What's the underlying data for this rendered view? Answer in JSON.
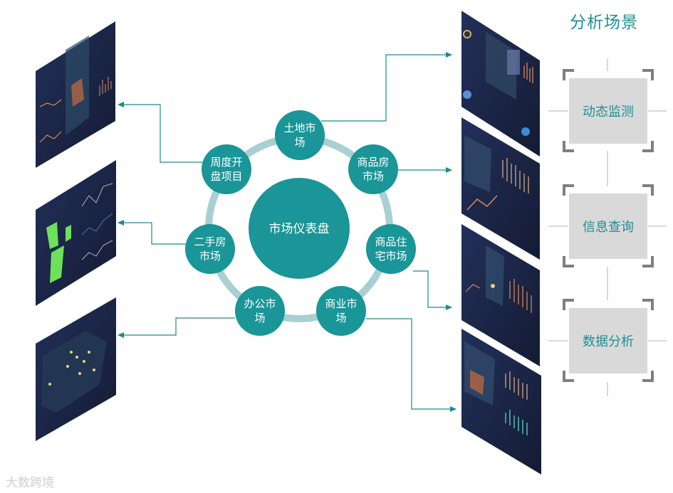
{
  "center": {
    "label": "市场仪表盘"
  },
  "nodes": [
    {
      "id": "land",
      "lines": [
        "土地市",
        "场"
      ]
    },
    {
      "id": "commercial-housing",
      "lines": [
        "商品房",
        "市场"
      ]
    },
    {
      "id": "residential",
      "lines": [
        "商品住",
        "宅市场"
      ]
    },
    {
      "id": "business",
      "lines": [
        "商业市",
        "场"
      ]
    },
    {
      "id": "office",
      "lines": [
        "办公市",
        "场"
      ]
    },
    {
      "id": "second-hand",
      "lines": [
        "二手房",
        "市场"
      ]
    },
    {
      "id": "weekly-opening",
      "lines": [
        "周度开",
        "盘项目"
      ]
    }
  ],
  "scenarios": {
    "title": "分析场景",
    "items": [
      {
        "label": "动态监测"
      },
      {
        "label": "信息查询"
      },
      {
        "label": "数据分析"
      }
    ]
  },
  "watermark": "大数跨境",
  "colors": {
    "teal": "#1a9598",
    "ring": "#a9cfd3",
    "arrow": "#1b8b8f",
    "box": "#d9d9d9",
    "bracket": "#7f7f7f",
    "dashboard_bg": "#1a2340"
  }
}
